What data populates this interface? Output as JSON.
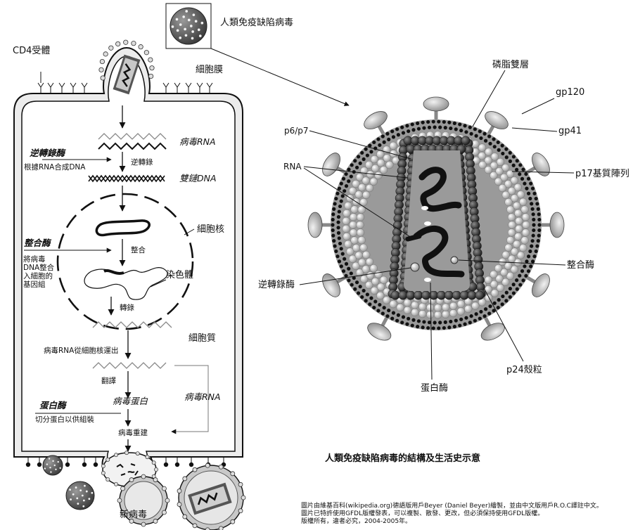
{
  "inset": {
    "title": "人類免疫缺陷病毒"
  },
  "lifecycle": {
    "cd4_receptor": "CD4受體",
    "cell_membrane": "細胞膜",
    "viral_rna": "病毒RNA",
    "reverse_transcriptase": "逆轉錄酶",
    "rt_desc": "根據RNA合成DNA",
    "reverse_transcription": "逆轉錄",
    "double_dna": "雙鏈DNA",
    "nucleus": "細胞核",
    "integrase": "整合酶",
    "integrate": "整合",
    "integrase_desc": [
      "將病毒",
      "DNA整合",
      "入細胞的",
      "基因組"
    ],
    "chromosome": "染色體",
    "transcription": "轉錄",
    "cytoplasm": "細胞質",
    "rna_export": "病毒RNA從細胞核運出",
    "translation": "翻譯",
    "viral_protein": "病毒蛋白",
    "viral_rna_side": "病毒RNA",
    "protease": "蛋白酶",
    "protease_desc": "切分蛋白以供組裝",
    "assembly": "病毒重建",
    "new_virus": "新病毒"
  },
  "structure": {
    "phospholipid_bilayer": "磷脂雙層",
    "gp120": "gp120",
    "gp41": "gp41",
    "p6p7": "p6/p7",
    "rna": "RNA",
    "p17_matrix": "p17基質陣列",
    "integrase": "整合酶",
    "reverse_transcriptase": "逆轉錄酶",
    "p24_capsid": "p24殼粒",
    "protease": "蛋白酶"
  },
  "caption": {
    "title": "人類免疫缺陷病毒的結構及生活史示意",
    "credit": [
      "圖片由維基百科(wikipedia.org)德語版用戶Beyer (Daniel Beyer)繪製，並由中文版用戶R.O.C譯註中文。",
      "圖片已特許使用GFDL版權發表，可以複製、散發、更改，但必須保持使用GFDL版權。",
      "版權所有，違者必究，2004-2005年。"
    ]
  },
  "colors": {
    "envelope_gray": "#9a9a9a",
    "capsid_dark": "#3c3c3c",
    "matrix_light": "#d8d8d8",
    "line": "#111111"
  }
}
